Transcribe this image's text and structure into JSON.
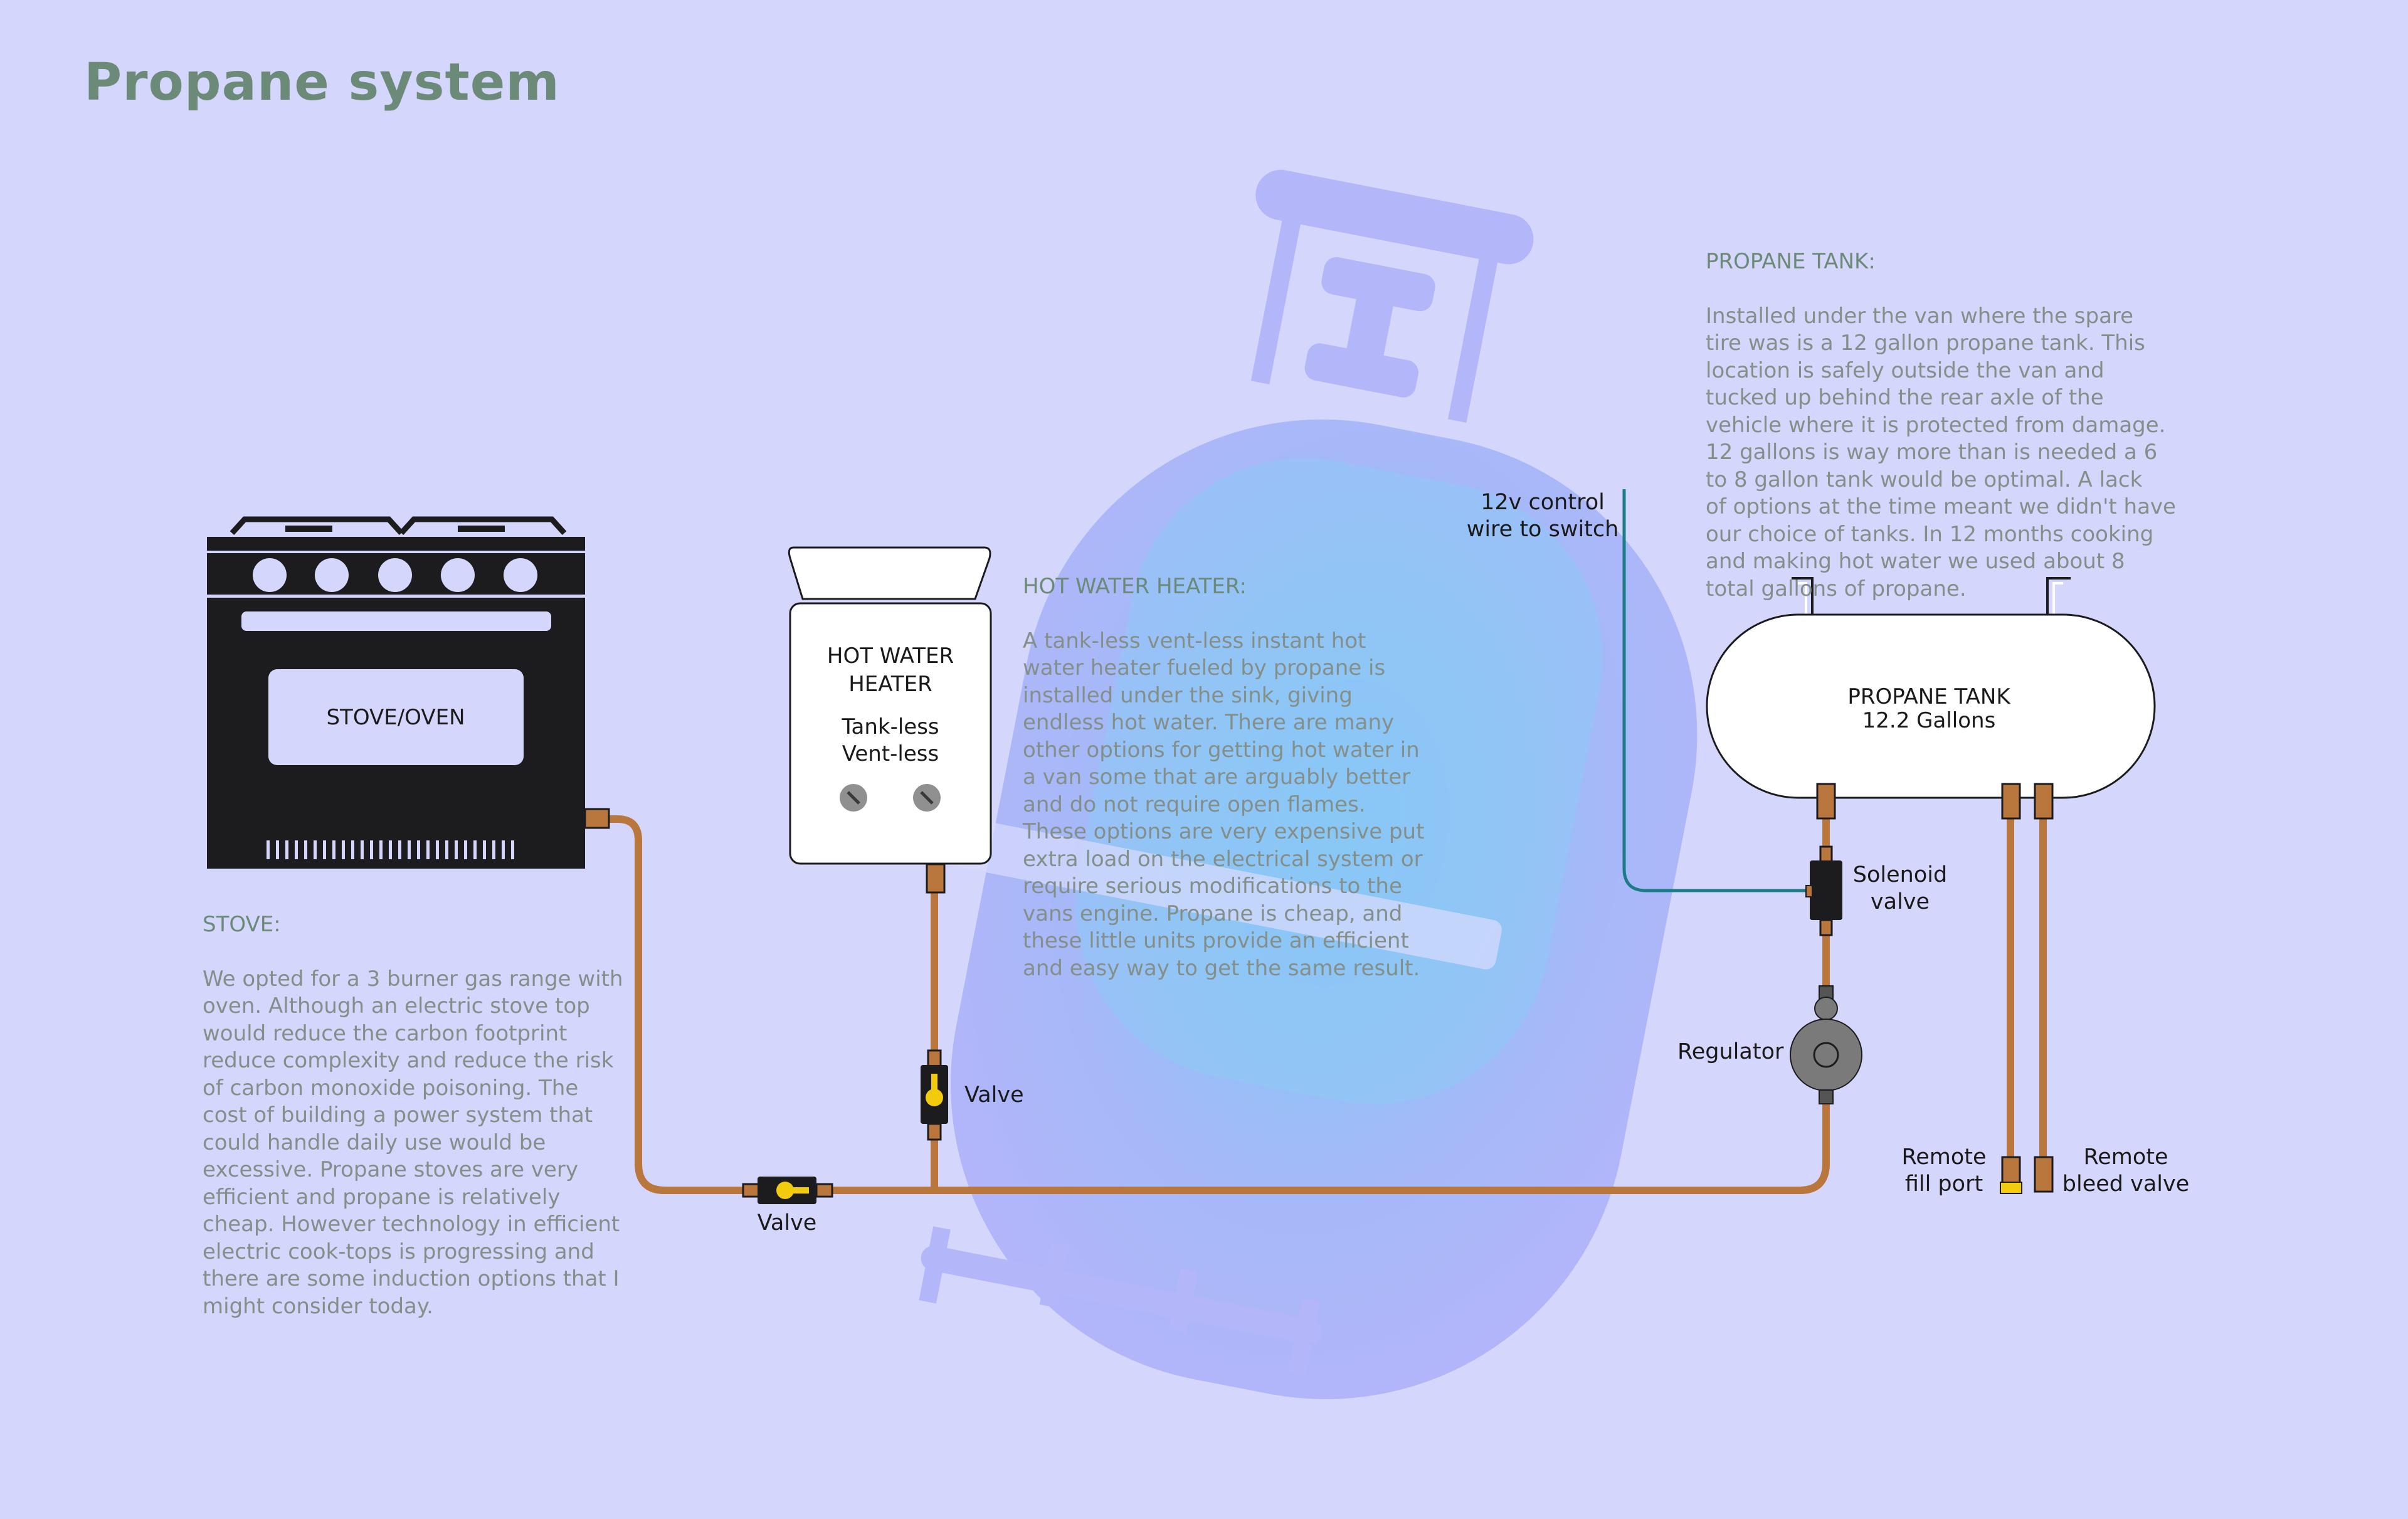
{
  "title": "Propane system",
  "colors": {
    "background": "#d5d6fb",
    "pipe": "#b9773d",
    "wire": "#197c86",
    "title": "#6b8b78",
    "note_text": "#858f89",
    "appliance_dark": "#1c1b1e",
    "valve_handle": "#f2cb0f"
  },
  "stove": {
    "label": "STOVE/OVEN",
    "note_heading": "STOVE:",
    "note_body": "We opted for a 3 burner gas range with\noven.  Although an electric stove top\nwould reduce the carbon footprint\nreduce complexity and reduce the risk\nof carbon monoxide poisoning. The\ncost of building a power system that\ncould handle daily use would be\nexcessive.  Propane stoves are very\nefficient and propane is relatively\ncheap.  However technology in efficient\nelectric cook-tops is progressing and\nthere are some induction options that I\nmight consider today."
  },
  "heater": {
    "label_line1": "HOT WATER",
    "label_line2": "HEATER",
    "sub_line1": "Tank-less",
    "sub_line2": "Vent-less",
    "note_heading": "HOT WATER HEATER:",
    "note_body": "A tank-less vent-less instant hot\nwater heater fueled by propane is\ninstalled under the sink, giving\nendless hot water.  There are many\nother options for getting hot water in\na van some that are arguably better\nand do not require open flames.\nThese options are very expensive put\nextra load on the electrical system or\nrequire serious modifications to the\nvans engine.  Propane is cheap, and\nthese little units provide an efficient\nand easy way to get the same result."
  },
  "tank": {
    "label_line1": "PROPANE TANK",
    "label_line2": "12.2 Gallons",
    "note_heading": "PROPANE TANK:",
    "note_body": "Installed under the van where the spare\ntire was is a 12 gallon propane tank.  This\nlocation is safely outside the van and\ntucked up behind the rear axle of the\nvehicle where it is protected from damage.\n12 gallons is way more than is needed a 6\nto 8 gallon tank would be optimal.  A lack\nof options at the time meant we didn't have\nour choice of tanks.  In 12 months cooking\nand making hot water we used about 8\ntotal gallons of propane."
  },
  "labels": {
    "control_wire": "12v control\nwire to switch",
    "solenoid": "Solenoid\nvalve",
    "regulator": "Regulator",
    "heater_valve": "Valve",
    "main_valve": "Valve",
    "fill_port": "Remote\nfill port",
    "bleed_valve": "Remote\nbleed valve"
  },
  "icons": {
    "background_watermark": "propane-cylinder-icon"
  }
}
